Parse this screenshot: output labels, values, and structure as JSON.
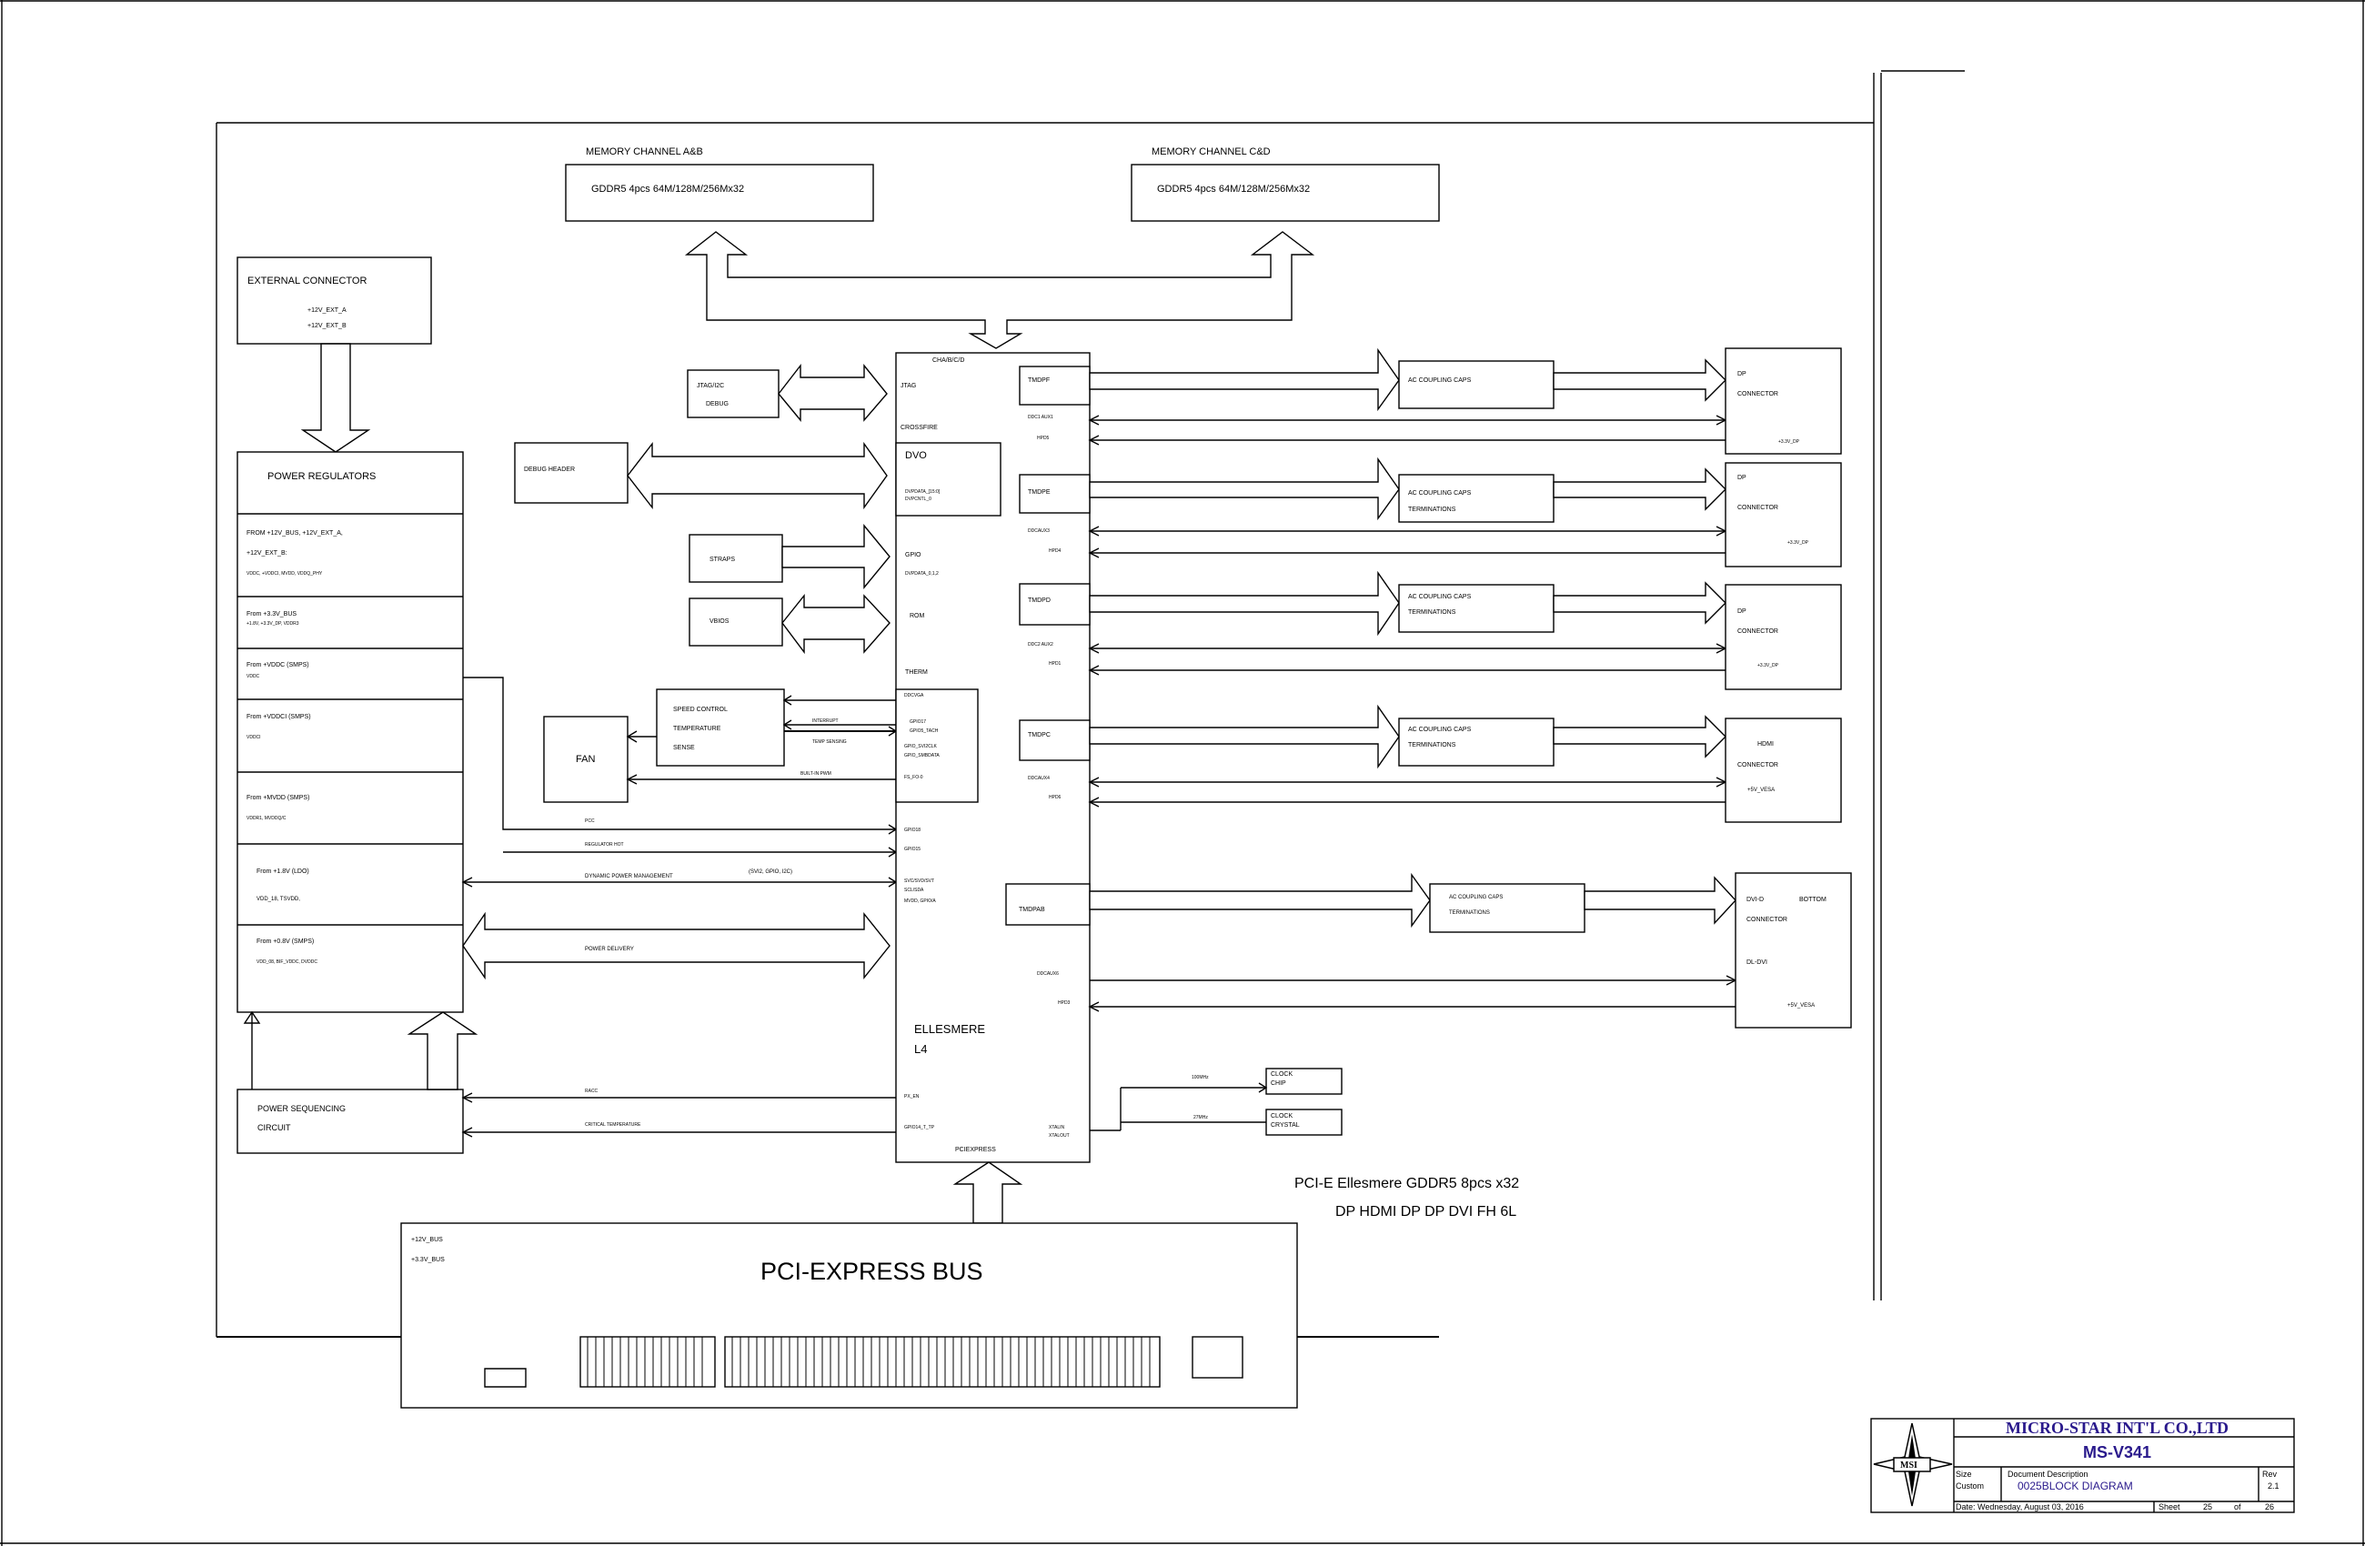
{
  "memory": {
    "ab_title": "MEMORY CHANNEL A&B",
    "ab_desc": "GDDR5  4pcs  64M/128M/256Mx32",
    "cd_title": "MEMORY CHANNEL C&D",
    "cd_desc": "GDDR5  4pcs  64M/128M/256Mx32"
  },
  "ext": {
    "title": "EXTERNAL  CONNECTOR",
    "l1": "+12V_EXT_A",
    "l2": "+12V_EXT_B"
  },
  "power": {
    "title": "POWER  REGULATORS",
    "r1a": "FROM +12V_BUS, +12V_EXT_A,",
    "r1b": "+12V_EXT_B:",
    "r1c": "VDDC, +VDDCI, MVDD, VDDQ_PHY",
    "r2a": "From +3.3V_BUS",
    "r2b": "+1.8V, +3.3V_DP, VDDR3",
    "r3a": "From +VDDC (SMPS)",
    "r3b": "VDDC",
    "r4a": "From +VDDCI (SMPS)",
    "r4b": "VDDCI",
    "r5a": "From +MVDD (SMPS)",
    "r5b": "VDDR1, MVDDQ/C",
    "r6a": "From +1.8V (LDO)",
    "r6b": "VDD_18, TSVDD,",
    "r7a": "From +0.8V (SMPS)",
    "r7b": "VDD_08, BIF_VDDC, DVDDC"
  },
  "seq": {
    "l1": "POWER  SEQUENCING",
    "l2": "CIRCUIT"
  },
  "left": {
    "jtag1": "JTAG/I2C",
    "jtag2": "DEBUG",
    "debug": "DEBUG HEADER",
    "straps": "STRAPS",
    "vbios": "VBIOS",
    "fan": "FAN",
    "speed1": "SPEED CONTROL",
    "speed2": "TEMPERATURE",
    "speed3": "SENSE",
    "interrupt": "INTERRUPT",
    "tempsensing": "TEMP SENSING",
    "builtin": "BUILT-IN PWM",
    "pcc": "PCC",
    "reghot": "REGULATOR HOT",
    "dynpm": "DYNAMIC POWER MANAGEMENT",
    "svi": "(SVI2, GPIO, I2C)",
    "pdelivery": "POWER DELIVERY",
    "racc": "RACC",
    "crit": "CRITICAL TEMPERATURE"
  },
  "gpu": {
    "chab": "CHA/B/C/D",
    "jtag": "JTAG",
    "crossfire": "CROSSFIRE",
    "dvo": "DVO",
    "dvpdata": "DVPDATA_[15:0]",
    "dvpcntl": "DVPCNTL_0",
    "gpio": "GPIO",
    "dvpdata2": "DVPDATA_0,1,2",
    "rom": "ROM",
    "therm": "THERM",
    "ddcvga": "DDCVGA",
    "gpio17": "GPIO17",
    "gpio_tach": "GPIO5_TACH",
    "gpio_cl": "GPIO_SVI2CLK",
    "gpio_da": "GPIO_SMBDATA",
    "fs_fo": "FS_FO-0",
    "gpio_a": "GPIO18",
    "gpio_b": "GPIO15",
    "svd": "SVC/SVD/SVT",
    "scl_sda": "SCL/SDA",
    "mvdd": "MVDD, GPIO/A",
    "name1": "ELLESMERE",
    "name2": "L4",
    "pxen": "PX_EN",
    "gpio_tp": "GPIO14_T_TP",
    "xtalin": "XTALIN",
    "xtalout": "XTALOUT",
    "pcie": "PCIEXPRESS",
    "tmdpf": "TMDPF",
    "ddc1": "DDC1 AUX1",
    "hpd5": "HPD5",
    "tmdpe": "TMDPE",
    "ddcaux3": "DDCAUX3",
    "hpd4": "HPD4",
    "tmdpd": "TMDPD",
    "ddc2": "DDC2 AUX2",
    "hpd1": "HPD1",
    "tmdpc": "TMDPC",
    "ddcaux4": "DDCAUX4",
    "hpd6": "HPD6",
    "tmdpab": "TMDPAB",
    "ddcaux6": "DDCAUX6",
    "hpd3": "HPD3"
  },
  "right": {
    "acc1": "AC COUPLING CAPS",
    "acc2": "AC COUPLING CAPS",
    "term2": "TERMINATIONS",
    "acc3": "AC COUPLING CAPS",
    "term3": "TERMINATIONS",
    "acc4": "AC COUPLING CAPS",
    "term4": "TERMINATIONS",
    "acc5": "AC COUPLING CAPS",
    "term5": "TERMINATIONS",
    "dp1a": "DP",
    "dp1b": "CONNECTOR",
    "dp1c": "+3.3V_DP",
    "dp2a": "DP",
    "dp2b": "CONNECTOR",
    "dp2c": "+3.3V_DP",
    "dp3a": "DP",
    "dp3b": "CONNECTOR",
    "dp3c": "+3.3V_DP",
    "hdmi_a": "HDMI",
    "hdmi_b": "CONNECTOR",
    "hdmi_c": "+5V_VESA",
    "dvi_a": "DVI-D",
    "dvi_b": "BOTTOM",
    "dvi_c": "CONNECTOR",
    "dvi_d": "DL-DVI",
    "dvi_e": "+5V_VESA"
  },
  "clock": {
    "c1": "CLOCK",
    "c1b": "CHIP",
    "c1freq": "100MHz",
    "c2": "CLOCK",
    "c2b": "CRYSTAL",
    "c2freq": "27MHz"
  },
  "caption": {
    "l1": "PCI-E Ellesmere GDDR5 8pcs x32",
    "l2": "DP HDMI DP DP DVI FH 6L"
  },
  "bus": {
    "p12": "+12V_BUS",
    "p33": "+3.3V_BUS",
    "title": "PCI-EXPRESS BUS"
  },
  "titleblock": {
    "company": "MICRO-STAR INT'L CO.,LTD",
    "model": "MS-V341",
    "logo": "MSI",
    "size_label": "Size",
    "size_value": "Custom",
    "doc_label": "Document  Description",
    "doc_value": "0025BLOCK DIAGRAM",
    "rev_label": "Rev",
    "rev_value": "2.1",
    "date": "Date:  Wednesday, August 03, 2016",
    "sheet_label": "Sheet",
    "sheet_num": "25",
    "of": "of",
    "sheet_total": "26"
  }
}
